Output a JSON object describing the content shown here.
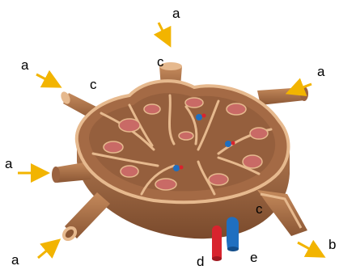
{
  "labels": {
    "afferent": "a",
    "efferent": "b",
    "capsule": "c",
    "artery": "d",
    "vein": "e"
  },
  "colors": {
    "arrow": "#f2b400",
    "tissue": "#a46a45",
    "tissue_dark": "#7a4a2c",
    "capsule": "#e6b98e",
    "follicle": "#c96a66",
    "artery": "#d8242e",
    "vein": "#1f6fc0"
  }
}
